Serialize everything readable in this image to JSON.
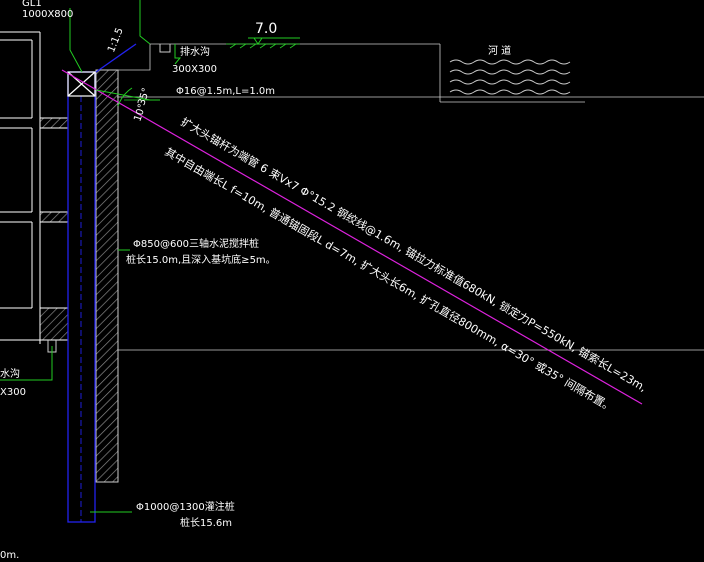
{
  "labels": {
    "cap_beam_name": "GL1",
    "cap_beam_size": "1000X800",
    "slope_ratio": "1:1.5",
    "elevation": "7.0",
    "drain_ditch_name": "排水沟",
    "drain_ditch_size": "300X300",
    "river": "河  道",
    "soil_nail": "Φ16@1.5m,L=1.0m",
    "angle_10": "10°",
    "angle_35": "35°",
    "anchor_line_1": "扩大头锚杆为端管 6 束Vx7 Φ°15.2 钢绞线@1.6m, 锚拉力标准值680kN, 锁定力P=550kN, 锚索长L=23m,",
    "anchor_line_2": "其中自由端长L f=10m, 普通锚固段L d=7m, 扩大头长6m, 扩孔直径800mm, α=30°  或35°  间隔布置。",
    "cement_pile_title": "Φ850@600三轴水泥搅拌桩",
    "cement_pile_note": "桩长15.0m,且深入基坑底≥5m。",
    "left_ditch_name": "水沟",
    "left_ditch_size": "X300",
    "bored_pile_title": "Φ1000@1300灌注桩",
    "bored_pile_note": "桩长15.6m",
    "bottom_left": "0m."
  },
  "colors": {
    "background": "#000000",
    "pile_outline": "#2222ee",
    "hatch": "#888888",
    "leader": "#22cc22",
    "anchor": "#dd22dd",
    "ground_line": "#cccccc",
    "building": "#ffffff"
  }
}
